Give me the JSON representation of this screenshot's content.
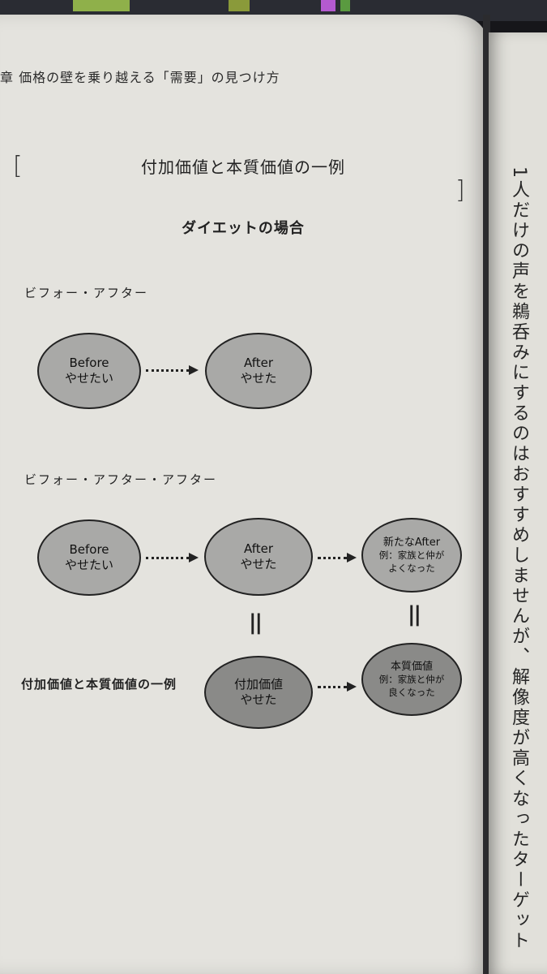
{
  "running_header": "章 価格の壁を乗り越える「需要」の見つけ方",
  "figure": {
    "title": "付加価値と本質価値の一例",
    "subtitle": "ダイエットの場合",
    "section1": {
      "label": "ビフォー・アフター",
      "before": {
        "line1": "Before",
        "line2": "やせたい"
      },
      "after": {
        "line1": "After",
        "line2": "やせた"
      }
    },
    "section2": {
      "label": "ビフォー・アフター・アフター",
      "before": {
        "line1": "Before",
        "line2": "やせたい"
      },
      "after": {
        "line1": "After",
        "line2": "やせた"
      },
      "new_after": {
        "line1": "新たなAfter",
        "line2": "例：家族と仲が",
        "line3": "よくなった"
      }
    },
    "equals_sign": "||",
    "section3": {
      "label": "付加価値と本質価値の一例",
      "added_value": {
        "line1": "付加価値",
        "line2": "やせた"
      },
      "essential_value": {
        "line1": "本質価値",
        "line2": "例：家族と仲が",
        "line3": "良くなった"
      }
    }
  },
  "right_page_text": "1人だけの声を鵜呑みにするのはおすすめしませんが、解像度が高くなったターゲット",
  "colors": {
    "page": "#e4e3de",
    "ellipse_light": "#a9a9a7",
    "ellipse_dark": "#8a8a88",
    "tab_green": "#8fb04a",
    "tab_purple": "#b45ad0",
    "tab_olive": "#8a9a3a"
  }
}
